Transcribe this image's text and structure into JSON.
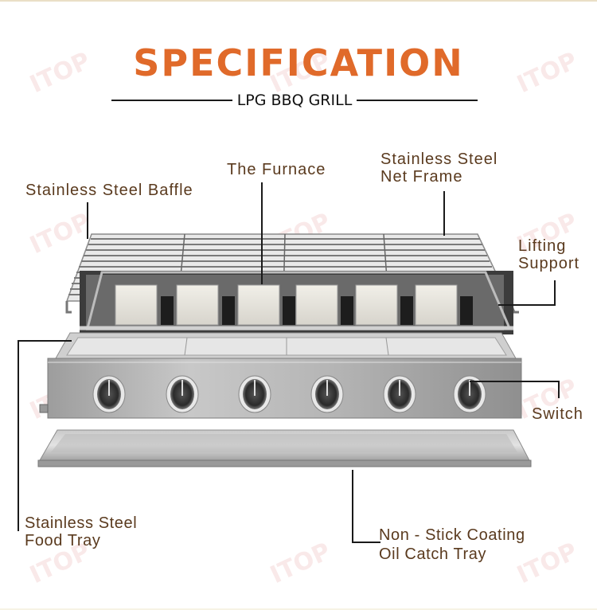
{
  "header": {
    "title": "SPECIFICATION",
    "subtitle": "LPG BBQ GRILL"
  },
  "labels": {
    "baffle": "Stainless Steel Baffle",
    "furnace": "The Furnace",
    "net_frame_line1": "Stainless Steel",
    "net_frame_line2": "Net Frame",
    "lifting_line1": "Lifting",
    "lifting_line2": "Support",
    "switch": "Switch",
    "food_tray_line1": "Stainless Steel",
    "food_tray_line2": "Food Tray",
    "oil_tray_line1": "Non - Stick Coating",
    "oil_tray_line2": "Oil Catch Tray"
  },
  "watermark": "ITOP",
  "product": {
    "burner_count": 6,
    "knob_count": 6
  },
  "colors": {
    "title": "#e06a2a",
    "label": "#5a3a1e",
    "leader_line": "#1a1a1a"
  }
}
